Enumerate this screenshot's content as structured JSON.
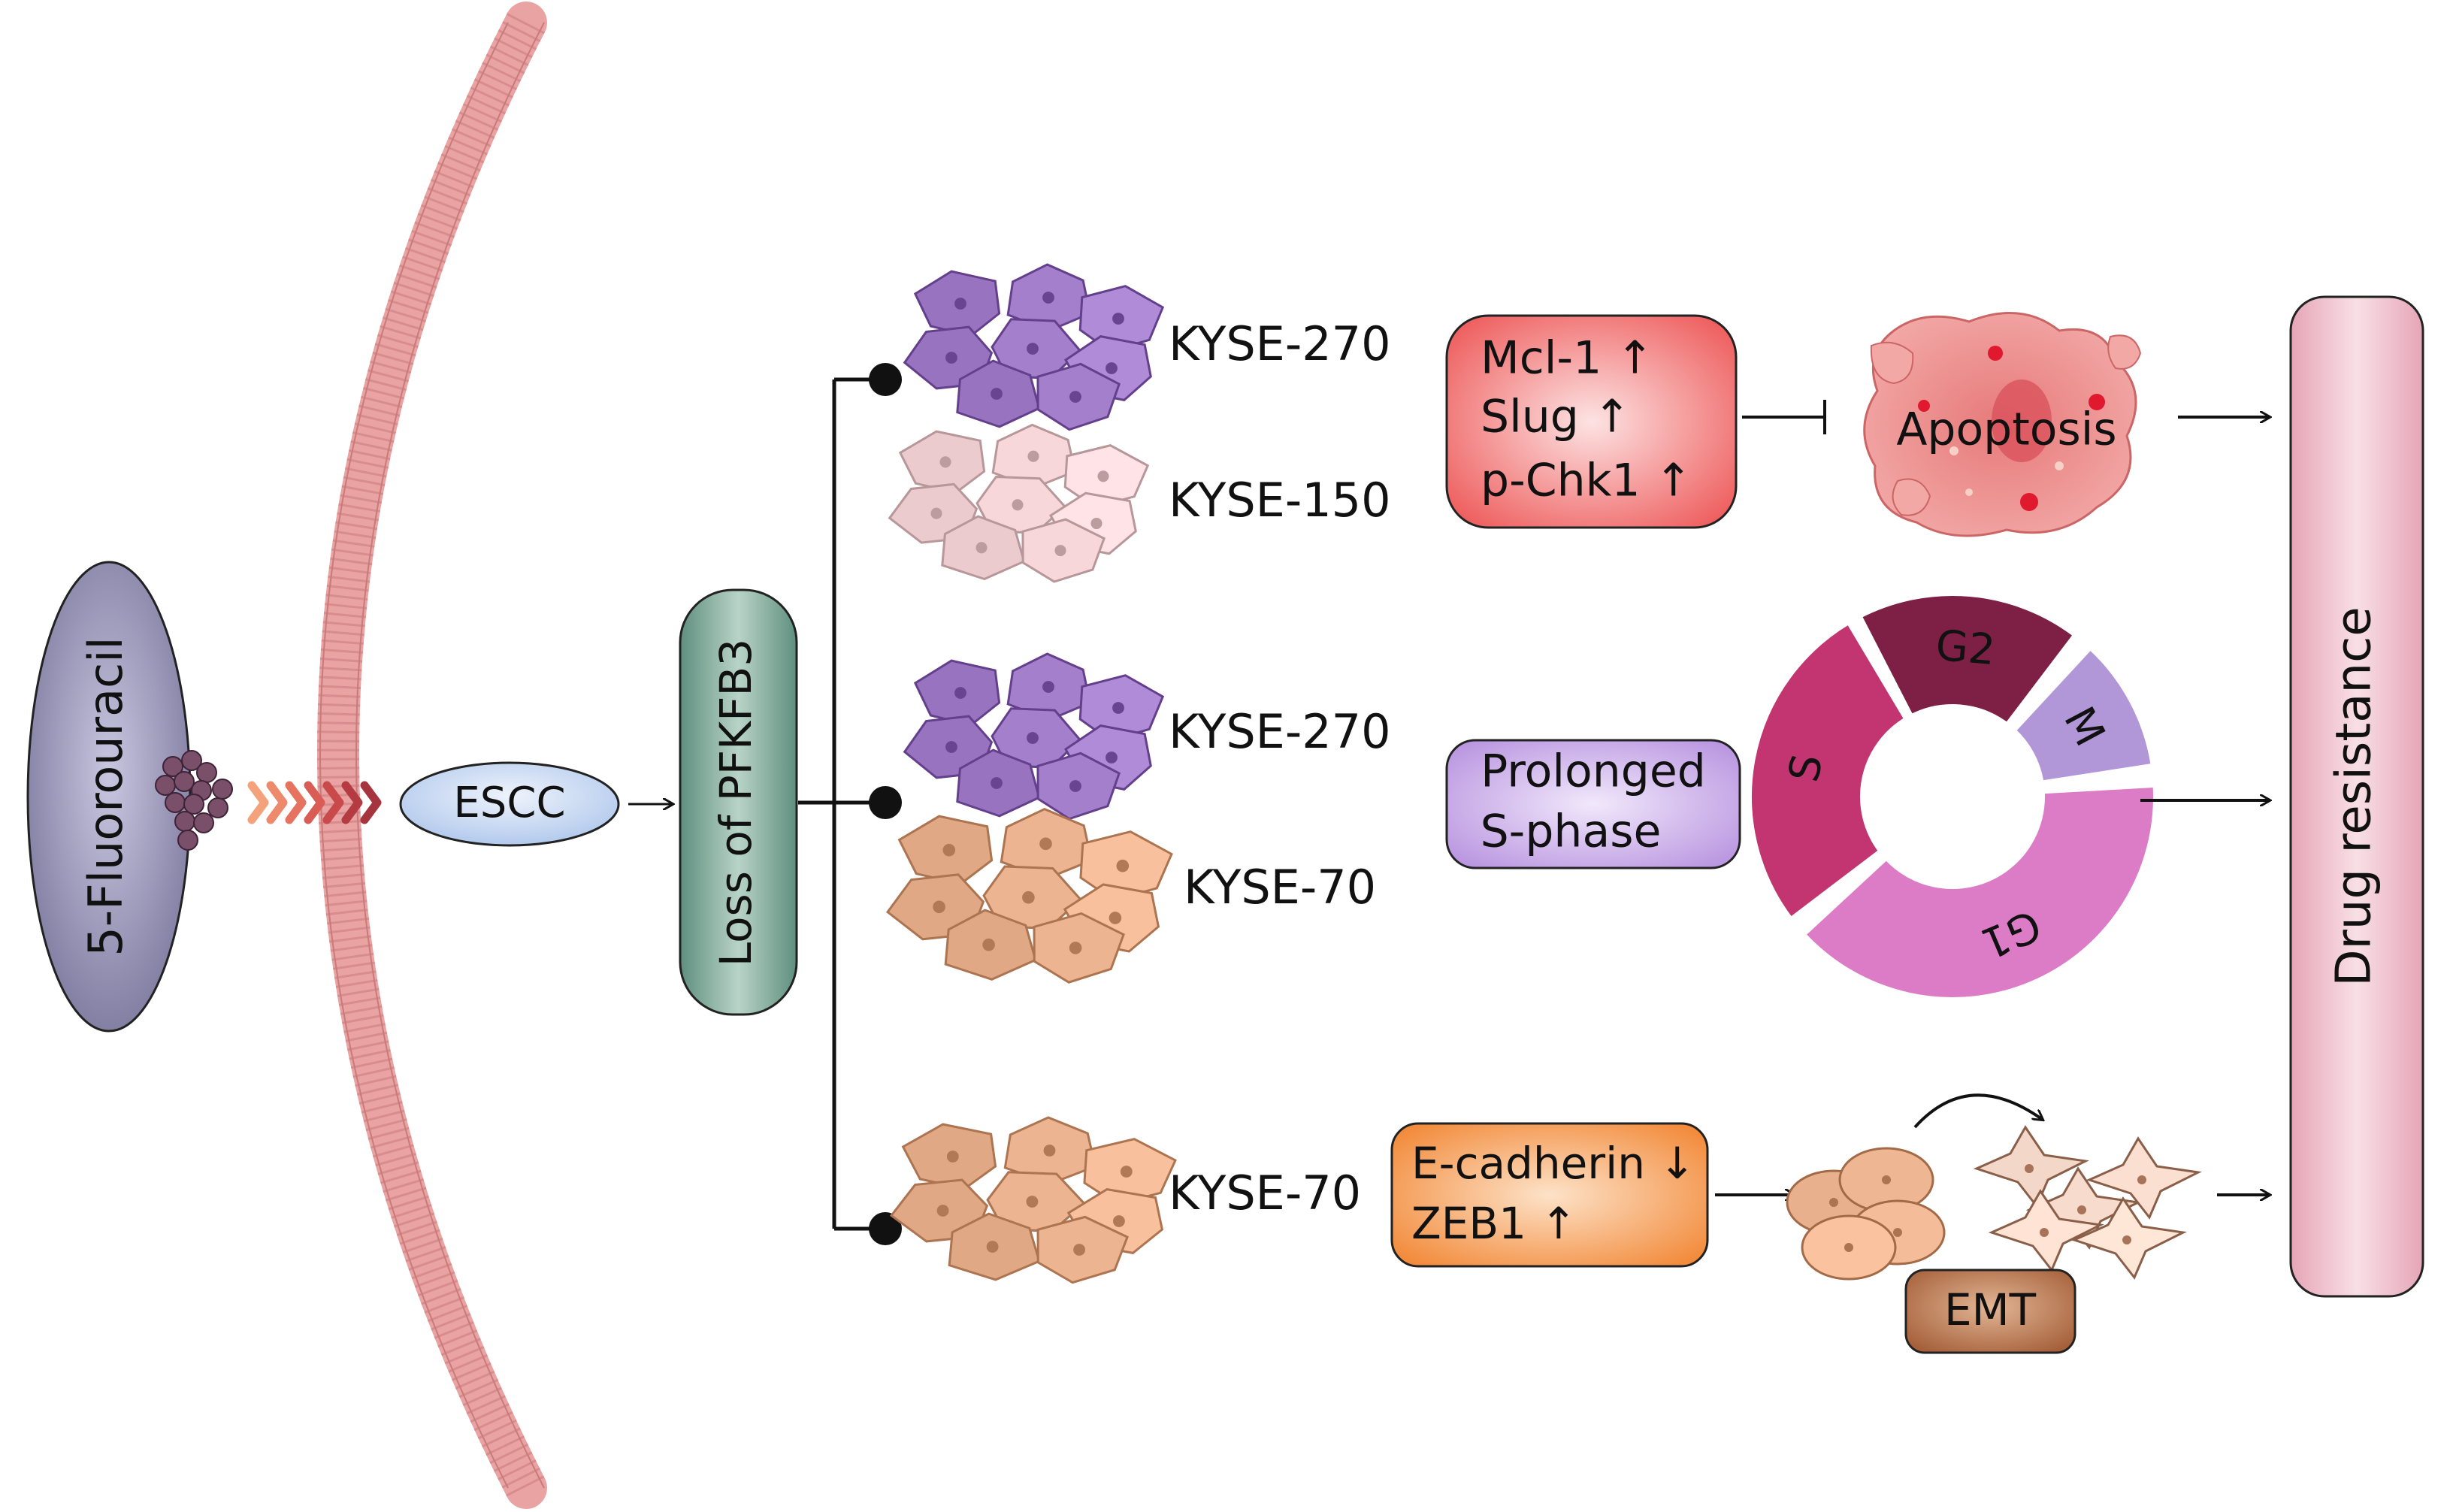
{
  "drug": {
    "label": "5-Fluorouracil"
  },
  "escc": {
    "label": "ESCC"
  },
  "pfkfb3": {
    "label": "Loss of PFKFB3"
  },
  "branches": {
    "top": {
      "cells": [
        "KYSE-270",
        "KYSE-150"
      ],
      "markers": [
        "Mcl-1 ↑",
        "Slug ↑",
        "p-Chk1 ↑"
      ],
      "outcome": "Apoptosis"
    },
    "middle": {
      "cells": [
        "KYSE-270",
        "KYSE-70"
      ],
      "effect": [
        "Prolonged",
        "S-phase"
      ],
      "cycle_phases": [
        "G2",
        "M",
        "G1",
        "S"
      ]
    },
    "bottom": {
      "cells": [
        "KYSE-70"
      ],
      "markers": [
        "E-cadherin ↓",
        "ZEB1 ↑"
      ],
      "outcome": "EMT"
    }
  },
  "result": {
    "label": "Drug resistance"
  },
  "colors": {
    "purple_cell": "#a07cc8",
    "pink_cell": "#f3d3d6",
    "tan_cell": "#e8b08c",
    "red_box": "#f06a6a",
    "purple_box": "#c6a8e6",
    "orange_box": "#f59a4e",
    "pfkfb3_box": "#7aa596",
    "escc_ellipse": "#c9d9f2",
    "drug_ellipse": "#8f8cae",
    "membrane": "#e9a3a3",
    "resistance_box": "#f1c2ce",
    "g2": "#7e1f45",
    "m": "#b197d8",
    "g1": "#dc7cc7",
    "s": "#c23570",
    "emt_box": "#b06a42"
  }
}
